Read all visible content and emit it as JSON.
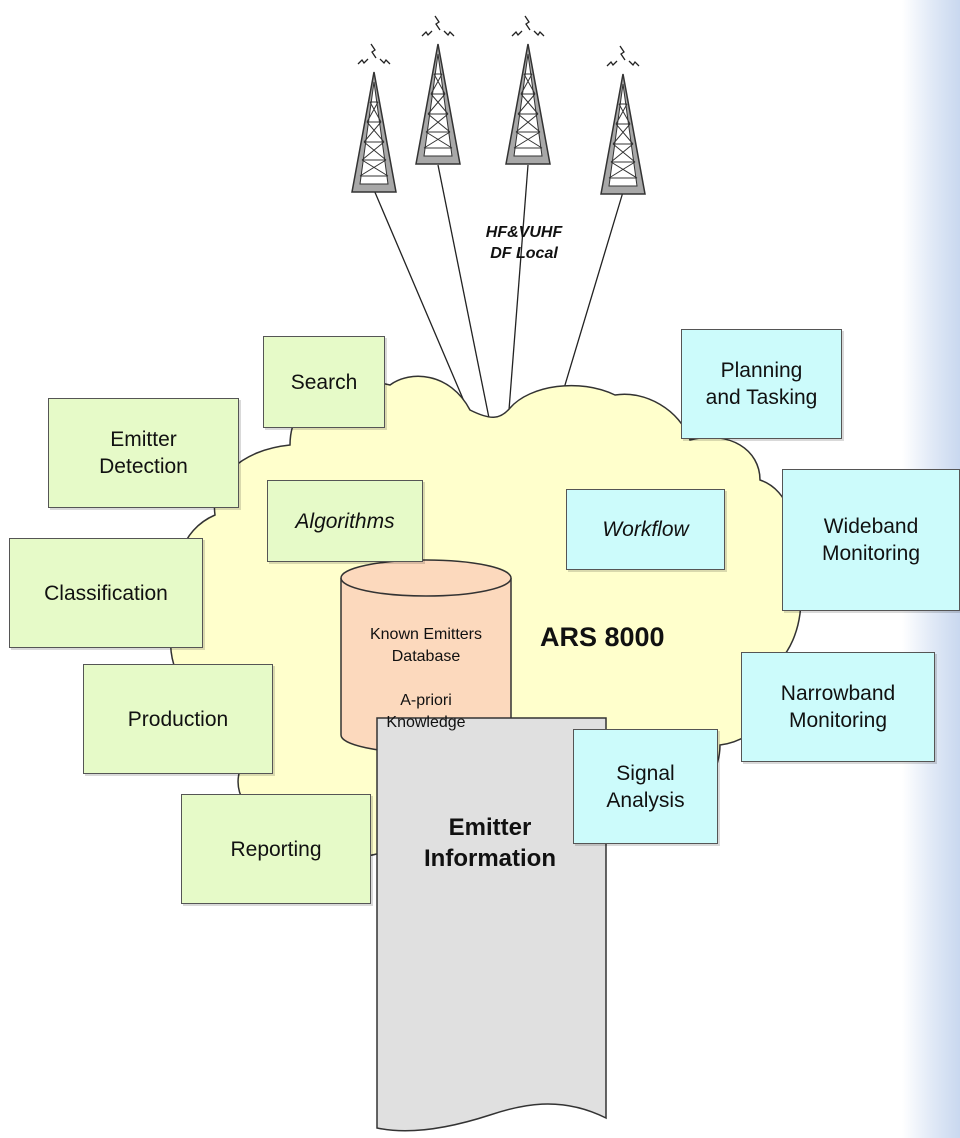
{
  "diagram": {
    "center_label": "ARS 8000",
    "df_label": "HF&VUHF\nDF Local",
    "database_label": "Known Emitters\nDatabase\n\nA-priori\nKnowledge",
    "output_label": "Emitter\nInformation",
    "left_boxes": {
      "search": "Search",
      "emitter_detection": "Emitter\nDetection",
      "algorithms": "Algorithms",
      "classification": "Classification",
      "production": "Production",
      "reporting": "Reporting"
    },
    "right_boxes": {
      "planning_tasking": "Planning\nand Tasking",
      "workflow": "Workflow",
      "wideband_monitoring": "Wideband\nMonitoring",
      "narrowband_monitoring": "Narrowband\nMonitoring",
      "signal_analysis": "Signal\nAnalysis"
    },
    "colors": {
      "cloud_fill": "#ffffcc",
      "green_box": "#e6fac8",
      "blue_box": "#ccfbfb",
      "database_fill": "#fcd9bd",
      "output_fill": "#e0e0e0",
      "tower_fill": "#a8a8a8"
    }
  }
}
